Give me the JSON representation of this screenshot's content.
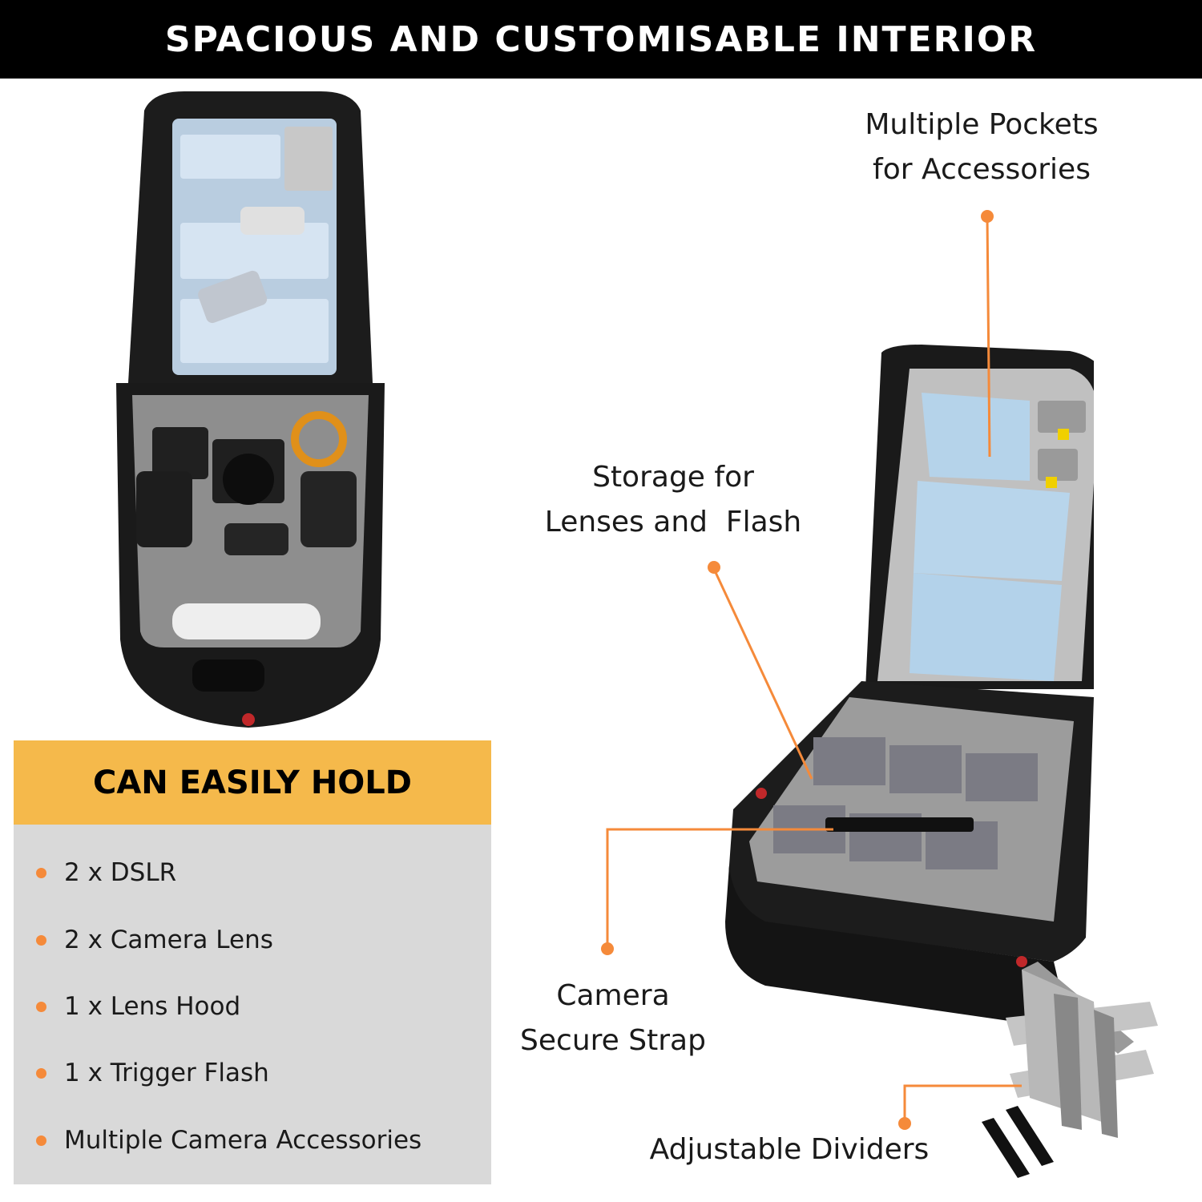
{
  "header": {
    "title": "SPACIOUS AND CUSTOMISABLE INTERIOR"
  },
  "callouts": {
    "pockets": "Multiple Pockets\nfor Accessories",
    "storage": "Storage for\nLenses and  Flash",
    "strap": "Camera\nSecure Strap",
    "dividers": "Adjustable Dividers"
  },
  "panel": {
    "heading": "CAN EASILY HOLD",
    "items": [
      "2 x DSLR",
      "2 x Camera Lens",
      "1 x Lens Hood",
      "1 x Trigger Flash",
      "Multiple Camera Accessories"
    ]
  },
  "colors": {
    "accent": "#f58a3a",
    "panel_head": "#f5b94b",
    "panel_bg": "#d9d9d9",
    "banner": "#000000"
  }
}
